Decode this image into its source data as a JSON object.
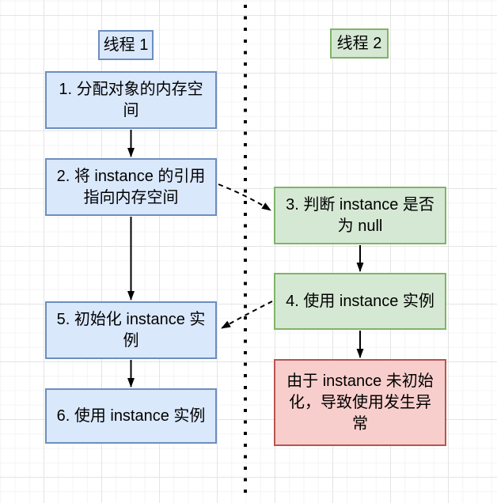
{
  "diagram": {
    "lanes": [
      {
        "label": "线程 1"
      },
      {
        "label": "线程 2"
      }
    ],
    "nodes": [
      {
        "id": "step1",
        "lane": "线程 1",
        "style": "blue",
        "text": "1. 分配对象的内存空\n间"
      },
      {
        "id": "step2",
        "lane": "线程 1",
        "style": "blue",
        "text": "2. 将 instance 的引用\n指向内存空间"
      },
      {
        "id": "step3",
        "lane": "线程 2",
        "style": "green",
        "text": "3. 判断 instance 是否\n为 null"
      },
      {
        "id": "step4",
        "lane": "线程 2",
        "style": "green",
        "text": "4. 使用 instance 实例"
      },
      {
        "id": "step5",
        "lane": "线程 1",
        "style": "blue",
        "text": "5. 初始化 instance 实\n例"
      },
      {
        "id": "step6",
        "lane": "线程 1",
        "style": "blue",
        "text": "6. 使用 instance 实例"
      },
      {
        "id": "error",
        "lane": "线程 2",
        "style": "red",
        "text": "由于 instance 未初始\n化，导致使用发生异\n常"
      }
    ],
    "edges": [
      {
        "from": "step1",
        "to": "step2",
        "style": "solid"
      },
      {
        "from": "step2",
        "to": "step3",
        "style": "dashed"
      },
      {
        "from": "step2",
        "to": "step5",
        "style": "solid"
      },
      {
        "from": "step3",
        "to": "step4",
        "style": "solid"
      },
      {
        "from": "step4",
        "to": "step5",
        "style": "dashed"
      },
      {
        "from": "step4",
        "to": "error",
        "style": "solid"
      },
      {
        "from": "step5",
        "to": "step6",
        "style": "solid"
      }
    ],
    "colors": {
      "blue_fill": "#dae8fc",
      "blue_border": "#6c8ebf",
      "green_fill": "#d5e8d4",
      "green_border": "#82b366",
      "red_fill": "#f8cecc",
      "red_border": "#b85450",
      "arrow": "#000000",
      "grid_minor": "#f4f4f4",
      "grid_major": "#e4e4e4"
    }
  }
}
